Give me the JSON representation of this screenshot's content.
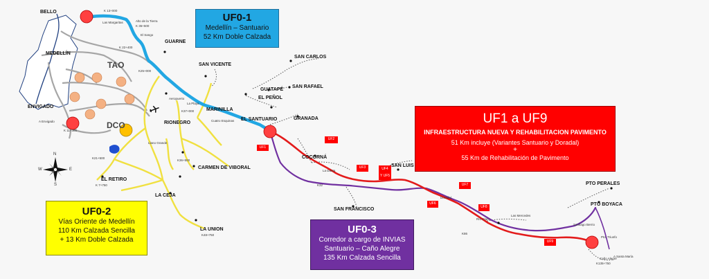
{
  "boxes": {
    "uf01": {
      "title": "UF0-1",
      "line1": "Medellín – Santuario",
      "line2": "52 Km Doble Calzada"
    },
    "uf02": {
      "title": "UF0-2",
      "line1": "Vías Oriente de Medellín",
      "line2": "110 Km Calzada Sencilla",
      "line3": "+ 13 Km Doble Calzada"
    },
    "uf03": {
      "title": "UF0-3",
      "line1": "Corredor a cargo de INVIAS",
      "line2": "Santuario – Caño Alegre",
      "line3": "135 Km Calzada Sencilla"
    },
    "uf19": {
      "title": "UF1 a UF9",
      "subtitle": "INFRAESTRUCTURA NUEVA Y REHABILITACION PAVIMENTO",
      "line1": "51 Km incluye (Variantes Santuario y Doradal)",
      "plus": "+",
      "line2": "55 Km de Rehabilitación de Pavimento"
    }
  },
  "tags": [
    "UF1",
    "UF2",
    "UF3",
    "UF4\nY UF5",
    "UF6",
    "UF7",
    "UF8",
    "UF9"
  ],
  "places": {
    "bello": "BELLO",
    "medellin": "MEDELLÍN",
    "envigado": "ENVIGADO",
    "tao": "TAO",
    "dco": "DCO",
    "guarne": "GUARNE",
    "san_vicente": "SAN VICENTE",
    "san_carlos": "SAN CARLOS",
    "guatape": "GUATAPÉ",
    "san_rafael": "SAN RAFAEL",
    "el_penol": "EL PEÑOL",
    "marinilla": "MARINILLA",
    "rionegro": "RIONEGRO",
    "el_santuario": "EL SANTUARIO",
    "granada": "GRANADA",
    "cocorna": "COCORNÁ",
    "san_luis": "SAN LUIS",
    "carmen": "CARMEN DE VIBORAL",
    "el_retiro": "EL RETIRO",
    "la_ceja": "LA CEJA",
    "la_union": "LA UNION",
    "san_francisco": "SAN FRANCISCO",
    "pto_perales": "PTO PERALES",
    "pto_boyaca": "PTO BOYACA"
  },
  "small": {
    "k13": "K 13+000",
    "margaritas": "Las Margaritas",
    "alto_tierra": "Alto de la Tierra",
    "k36": "K 36+500",
    "sango": "El Sango",
    "k22": "K 22+400",
    "k25": "K25+000",
    "aeropuerto": "Aeropuerto",
    "llanogrande": "Llano Grande",
    "k37": "K37+000",
    "la_playa": "La Playa",
    "cuatro": "Cuatro Esquinas",
    "k11": "K 11+300",
    "envigado_a": "A Envigado",
    "k21": "K21+500",
    "k7": "K 7+750",
    "k49": "K48+750",
    "k36b": "K36+500",
    "k32": "K32",
    "k86": "K86",
    "las_mercedes": "Las Mercedes",
    "santiago": "Santiago Berrio",
    "triunfo": "Pto. Triunfo",
    "santa_maria": "A Santa María",
    "k135": "K135+750",
    "cano": "Caño Alegre",
    "samana": "La Danta",
    "doradal": "Doradal",
    "rio_claro": "Río Claro"
  },
  "compass": {
    "n": "N",
    "s": "S",
    "e": "E",
    "w": "W"
  },
  "colors": {
    "uf01": "#22a7e3",
    "uf02": "#ffff00",
    "uf03": "#7030a0",
    "uf19": "#ff0000",
    "gray_road": "#a6a6a6",
    "yellow_road": "#f0e040"
  }
}
